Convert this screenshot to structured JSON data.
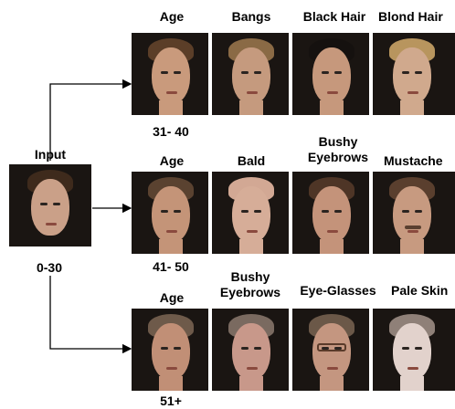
{
  "input": {
    "label": "Input",
    "range": "0-30"
  },
  "rows": [
    {
      "id": "row-1",
      "age_range": "31- 40",
      "columns": [
        {
          "label": "Age",
          "skin": "#c99a7c",
          "hair": "#5b3e28"
        },
        {
          "label": "Bangs",
          "skin": "#c59a7e",
          "hair": "#8a6a45"
        },
        {
          "label": "Black Hair",
          "skin": "#c6987c",
          "hair": "#15110f"
        },
        {
          "label": "Blond Hair",
          "skin": "#d0a98d",
          "hair": "#b8955e"
        }
      ]
    },
    {
      "id": "row-2",
      "age_range": "41- 50",
      "columns": [
        {
          "label": "Age",
          "skin": "#c49478",
          "hair": "#5a4230"
        },
        {
          "label": "Bald",
          "skin": "#d6ad98",
          "hair": "#d2a894"
        },
        {
          "label": "Bushy Eyebrows",
          "skin": "#c4937a",
          "hair": "#4e3526"
        },
        {
          "label": "Mustache",
          "skin": "#c79a80",
          "hair": "#5a3f2e"
        }
      ]
    },
    {
      "id": "row-3",
      "age_range": "51+",
      "columns": [
        {
          "label": "Age",
          "skin": "#c18f76",
          "hair": "#6e5a4a"
        },
        {
          "label": "Bushy Eyebrows",
          "skin": "#c8988a",
          "hair": "#7a6a60"
        },
        {
          "label": "Eye-Glasses",
          "skin": "#c49680",
          "hair": "#6b5848"
        },
        {
          "label": "Pale Skin",
          "skin": "#e2d2cc",
          "hair": "#8f8078"
        }
      ]
    }
  ],
  "input_face": {
    "skin": "#caa088",
    "hair": "#3e2a1c"
  },
  "arrow_color": "#000000"
}
